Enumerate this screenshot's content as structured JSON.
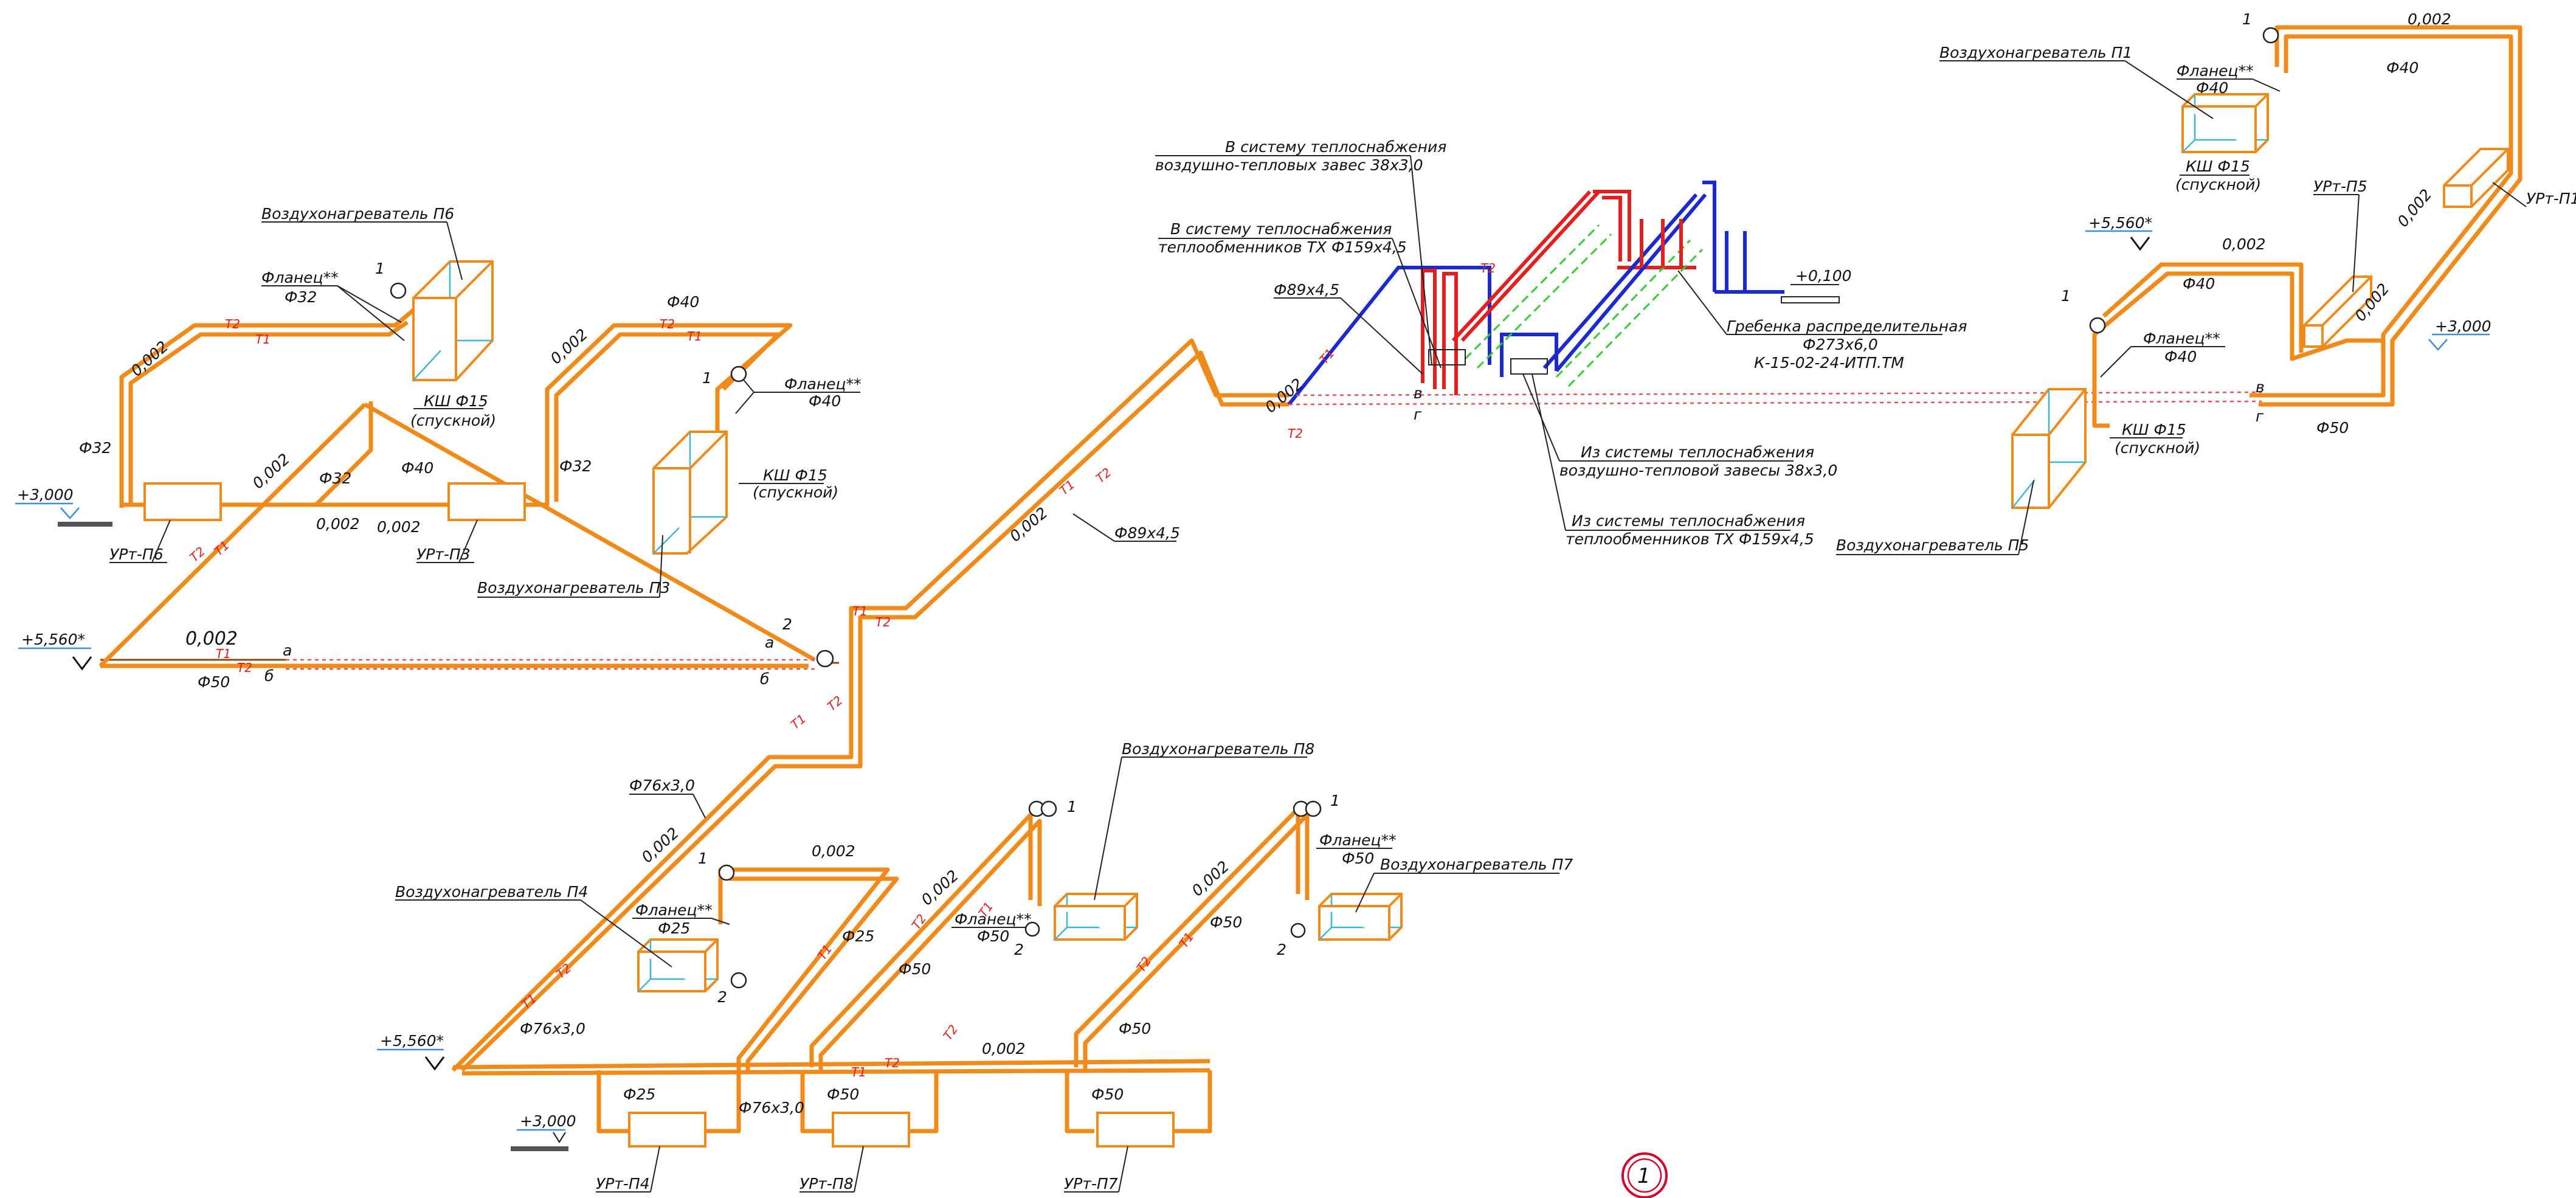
{
  "drawing": {
    "sheet_marker": "1",
    "heaters": {
      "p1": "Воздухонагреватель П1",
      "p3": "Воздухонагреватель П3",
      "p4": "Воздухонагреватель П4",
      "p5": "Воздухонагреватель П5",
      "p6": "Воздухонагреватель П6",
      "p7": "Воздухонагреватель П7",
      "p8": "Воздухонагреватель П8"
    },
    "units": {
      "p1": "УРт-П1",
      "p3": "УРт-П3",
      "p4": "УРт-П4",
      "p5": "УРт-П5",
      "p6": "УРт-П6",
      "p7": "УРт-П7",
      "p8": "УРт-П8"
    },
    "flange": "Фланец**",
    "valve_ksh": "КШ Ф15",
    "valve_drain": "(спускной)",
    "diameters": {
      "d25": "Ф25",
      "d32": "Ф32",
      "d40": "Ф40",
      "d50": "Ф50",
      "d76": "Ф76х3,0",
      "d89": "Ф89х4,5"
    },
    "slope": "0,002",
    "elevations": {
      "e3000": "+3,000",
      "e5560": "+5,560*",
      "e0100": "+0,100"
    },
    "pipe_tags": {
      "t1": "Т1",
      "t2": "Т2"
    },
    "node_labels": {
      "a": "а",
      "b": "б",
      "v": "в",
      "g": "г",
      "one": "1",
      "two": "2"
    },
    "system_notes": {
      "to_curtains_1": "В систему теплоснабжения",
      "to_curtains_2": "воздушно-тепловых завес  38х3,0",
      "to_hx_1": "В систему теплоснабжения",
      "to_hx_2": "теплообменников ТХ Ф159х4,5",
      "from_curtains_1": "Из системы теплоснабжения",
      "from_curtains_2": "воздушно-тепловой завесы 38х3,0",
      "from_hx_1": "Из системы теплоснабжения",
      "from_hx_2": "теплообменников ТХ Ф159х4,5",
      "manifold_1": "Гребенка распределительная",
      "manifold_2": "Ф273х6,0",
      "manifold_3": "К-15-02-24-ИТП.ТМ"
    }
  }
}
